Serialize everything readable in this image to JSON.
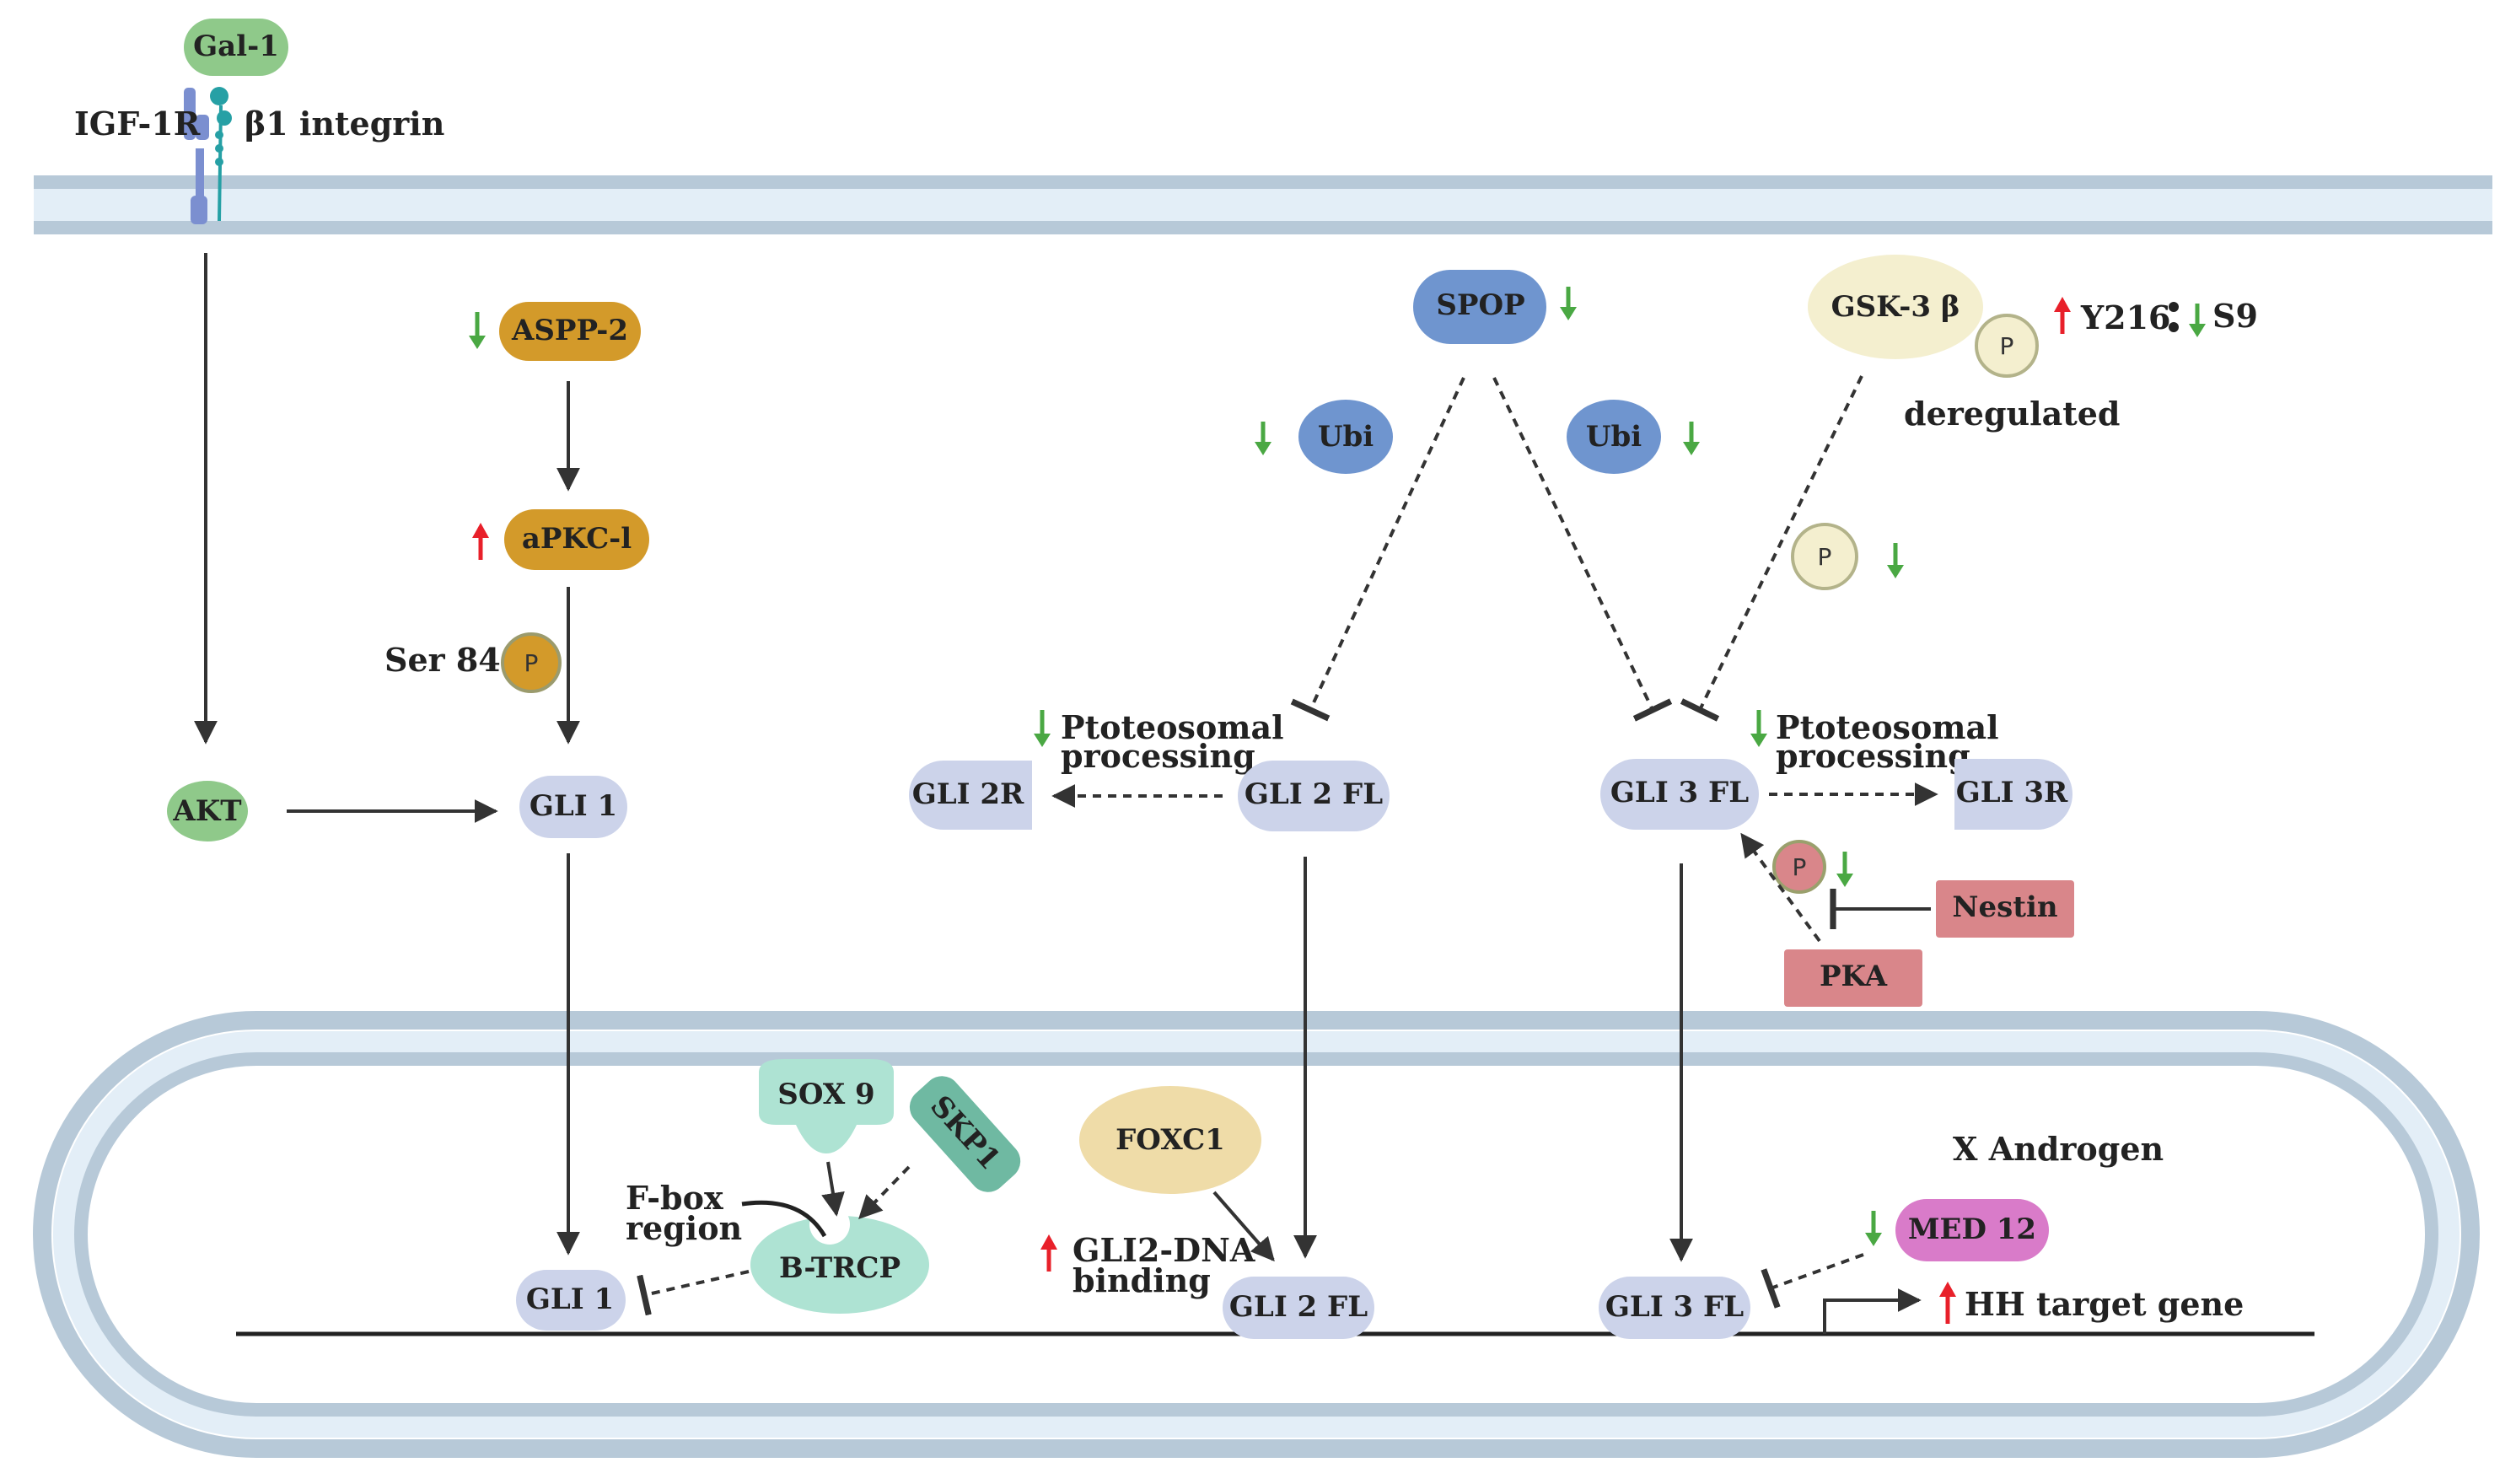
{
  "membrane_labels": {
    "gal1": "Gal-1",
    "igf1r": "IGF-1R",
    "b1_integrin": "β1 integrin"
  },
  "nodes": {
    "aspp2": "ASPP-2",
    "apkc": "aPKC-l",
    "ser84": "Ser 84",
    "akt": "AKT",
    "gli1_cyto": "GLI 1",
    "spop": "SPOP",
    "ubi_left": "Ubi",
    "ubi_right": "Ubi",
    "gsk3b": "GSK-3 β",
    "y216": "Y216",
    "s9": "S9",
    "deregulated": "deregulated",
    "gli2r": "GLI 2R",
    "gli2fl_cyto": "GLI 2 FL",
    "gli3fl_cyto": "GLI 3 FL",
    "gli3r": "GLI 3R",
    "proteo_left_1": "Ptoteosomal",
    "proteo_left_2": "processing",
    "proteo_right_1": "Ptoteosomal",
    "proteo_right_2": "processing",
    "nestin": "Nestin",
    "pka": "PKA",
    "p": "P"
  },
  "nucleus": {
    "sox9": "SOX 9",
    "skp1": "SKP1",
    "fbox_1": "F-box",
    "fbox_2": "region",
    "btrcp": "B-TRCP",
    "gli1_nuc": "GLI 1",
    "foxc1": "FOXC1",
    "gli2dna_1": "GLI2-DNA",
    "gli2dna_2": "binding",
    "gli2fl_nuc": "GLI 2 FL",
    "androgen": "X Androgen",
    "med12": "MED 12",
    "gli3fl_nuc": "GLI 3 FL",
    "hh_target": "HH target gene"
  },
  "colors": {
    "membrane": "#b7c9d8",
    "membrane_inner": "#e3eef7",
    "green_node": "#8fc98a",
    "orange_node": "#d39a2a",
    "blue_node": "#6f95cf",
    "gli_node": "#ccd3ea",
    "cream_node": "#f4efcf",
    "pink_node": "#d9868a",
    "teal_node": "#aee3d3",
    "dark_teal": "#6fb9a2",
    "tan_node": "#efdca8",
    "magenta_node": "#d97bc9",
    "arrow_up": "#e8202a",
    "arrow_down": "#4aa843"
  }
}
